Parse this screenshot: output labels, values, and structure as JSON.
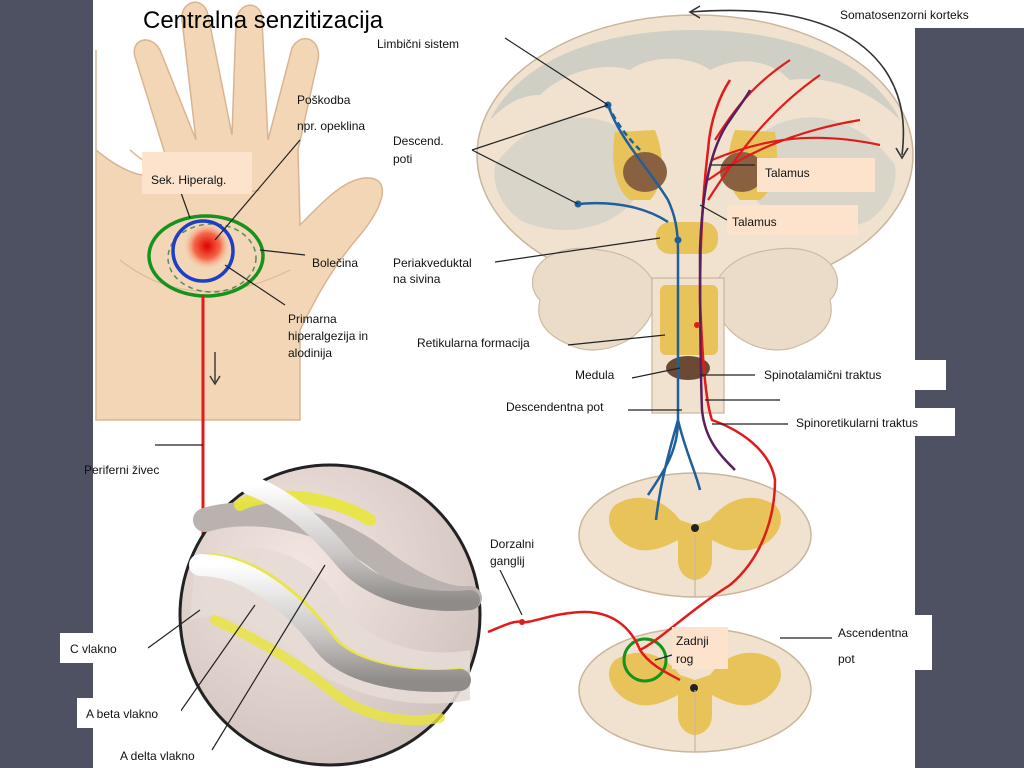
{
  "title": "Centralna senzitizacija",
  "labels": {
    "limbic": "Limbični sistem",
    "somatosensory": "Somatosenzorni korteks",
    "injury_line1": "Poškodba",
    "injury_line2": "npr. opeklina",
    "sec_hyperalg": "Sek. Hiperalg.",
    "descend_line1": "Descend.",
    "descend_line2": "poti",
    "thalamus_a": "Talamus",
    "thalamus_b": "Talamus",
    "pain": "Bolečina",
    "pag_line1": "Periakveduktal",
    "pag_line2": "na sivina",
    "primary_line1": "Primarna",
    "primary_line2": "hiperalgezija in",
    "primary_line3": "alodinija",
    "reticular": "Retikularna formacija",
    "medulla": "Medula",
    "spinothalamic": "Spinotalamični traktus",
    "descending_path": "Descendentna pot",
    "spinoreticular": "Spinoretikularni traktus",
    "peripheral_nerve": "Periferni živec",
    "dorsal_line1": "Dorzalni",
    "dorsal_line2": "ganglij",
    "c_fiber": "C vlakno",
    "ascending_line1": "Ascendentna",
    "ascending_line2": "pot",
    "dorsal_horn_line1": "Zadnji",
    "dorsal_horn_line2": "rog",
    "a_beta": "A beta vlakno",
    "a_delta": "A delta vlakno"
  },
  "colors": {
    "background": "#4d5161",
    "skin": "#f3d6b6",
    "brain_tissue": "#f0e2cf",
    "gyrus_gray": "#c9cbc4",
    "nucleus_yellow": "#e8c35a",
    "nerve_red": "#e11b1b",
    "descending_blue": "#1f5f9a",
    "spinoreticular_purple": "#5a1f5e",
    "circle_green": "#16931c",
    "circle_blue": "#1c3fc4",
    "label_peach": "#fde3cc"
  }
}
